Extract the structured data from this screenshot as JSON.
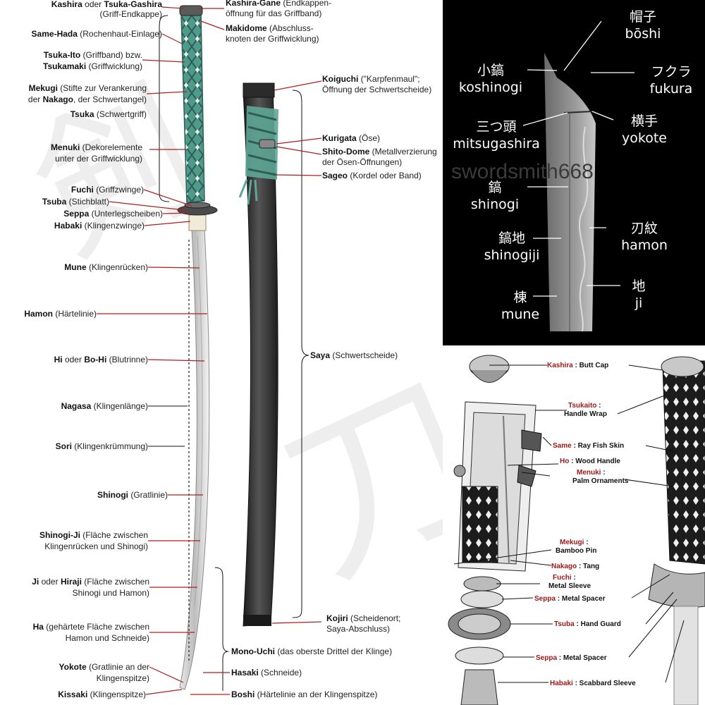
{
  "left_labels": [
    {
      "name": "kashira",
      "b1": "Kashira",
      "t1": " oder ",
      "b2": "Tsuka-Gashira",
      "t2": "",
      "line2": "(Griff-Endkappe)"
    },
    {
      "name": "same-hada",
      "b1": "Same-Hada",
      "t1": " (Rochenhaut-Einlage)",
      "b2": "",
      "t2": "",
      "line2": ""
    },
    {
      "name": "tsuka-ito",
      "b1": "Tsuka-Ito",
      "t1": " (Griffband) bzw.",
      "b2": "",
      "t2": "",
      "line2b": "Tsukamaki",
      "line2": " (Griffwicklung)"
    },
    {
      "name": "mekugi",
      "b1": "Mekugi",
      "t1": " (Stifte zur Verankerung",
      "b2": "",
      "t2": "",
      "line2pre": "der ",
      "line2b": "Nakago",
      "line2": ", der Schwertangel)"
    },
    {
      "name": "tsuka",
      "b1": "Tsuka",
      "t1": " (Schwertgriff)",
      "b2": "",
      "t2": "",
      "line2": ""
    },
    {
      "name": "menuki",
      "b1": "Menuki",
      "t1": " (Dekorelemente",
      "b2": "",
      "t2": "",
      "line2": "unter der Griffwicklung)"
    },
    {
      "name": "fuchi",
      "b1": "Fuchi",
      "t1": " (Griffzwinge)",
      "b2": "",
      "t2": "",
      "line2": ""
    },
    {
      "name": "tsuba",
      "b1": "Tsuba",
      "t1": " (Stichblatt)",
      "b2": "",
      "t2": "",
      "line2": ""
    },
    {
      "name": "seppa",
      "b1": "Seppa",
      "t1": " (Unterlegscheiben)",
      "b2": "",
      "t2": "",
      "line2": ""
    },
    {
      "name": "habaki",
      "b1": "Habaki",
      "t1": " (Klingenzwinge)",
      "b2": "",
      "t2": "",
      "line2": ""
    },
    {
      "name": "mune",
      "b1": "Mune",
      "t1": " (Klingenrücken)",
      "b2": "",
      "t2": "",
      "line2": ""
    },
    {
      "name": "hamon",
      "b1": "Hamon",
      "t1": " (Härtelinie)",
      "b2": "",
      "t2": "",
      "line2": ""
    },
    {
      "name": "hi",
      "b1": "Hi",
      "t1": " oder ",
      "b2": "Bo-Hi",
      "t2": " (Blutrinne)",
      "line2": ""
    },
    {
      "name": "nagasa",
      "b1": "Nagasa",
      "t1": " (Klingenlänge)",
      "b2": "",
      "t2": "",
      "line2": ""
    },
    {
      "name": "sori",
      "b1": "Sori",
      "t1": " (Klingenkrümmung)",
      "b2": "",
      "t2": "",
      "line2": ""
    },
    {
      "name": "shinogi",
      "b1": "Shinogi",
      "t1": " (Gratlinie)",
      "b2": "",
      "t2": "",
      "line2": ""
    },
    {
      "name": "shinogi-ji",
      "b1": "Shinogi-Ji",
      "t1": " (Fläche zwischen",
      "b2": "",
      "t2": "",
      "line2": "Klingenrücken und Shinogi)"
    },
    {
      "name": "ji",
      "b1": "Ji",
      "t1": " oder ",
      "b2": "Hiraji",
      "t2": " (Fläche zwischen",
      "line2": "Shinogi und Hamon)"
    },
    {
      "name": "ha",
      "b1": "Ha",
      "t1": " (gehärtete Fläche zwischen",
      "b2": "",
      "t2": "",
      "line2": "Hamon und Schneide)"
    },
    {
      "name": "yokote",
      "b1": "Yokote",
      "t1": " (Gratlinie an der",
      "b2": "",
      "t2": "",
      "line2": "Klingenspitze)"
    },
    {
      "name": "kissaki",
      "b1": "Kissaki",
      "t1": " (Klingenspitze)",
      "b2": "",
      "t2": "",
      "line2": ""
    }
  ],
  "right_labels": [
    {
      "name": "kashira-gane",
      "b1": "Kashira-Gane",
      "t1": " (Endkappen-",
      "line2": "öffnung für das Griffband)"
    },
    {
      "name": "makidome",
      "b1": "Makidome",
      "t1": " (Abschluss-",
      "line2": "knoten der Griffwicklung)"
    },
    {
      "name": "koiguchi",
      "b1": "Koiguchi",
      "t1": " (\"Karpfenmaul\";",
      "line2": "Öffnung der Schwertscheide)"
    },
    {
      "name": "kurigata",
      "b1": "Kurigata",
      "t1": " (Öse)",
      "line2": ""
    },
    {
      "name": "shito-dome",
      "b1": "Shito-Dome",
      "t1": " (Metallverzierung",
      "line2": "der Ösen-Öffnungen)"
    },
    {
      "name": "sageo",
      "b1": "Sageo",
      "t1": " (Kordel oder Band)",
      "line2": ""
    },
    {
      "name": "saya",
      "b1": "Saya",
      "t1": " (Schwertscheide)",
      "line2": ""
    },
    {
      "name": "kojiri",
      "b1": "Kojiri",
      "t1": " (Scheidenort;",
      "line2": "Saya-Abschluss)"
    },
    {
      "name": "mono-uchi",
      "b1": "Mono-Uchi",
      "t1": " (das oberste Drittel der Klinge)",
      "line2": ""
    },
    {
      "name": "hasaki",
      "b1": "Hasaki",
      "t1": " (Schneide)",
      "line2": ""
    },
    {
      "name": "boshi-de",
      "b1": "Boshi",
      "t1": " (Härtelinie an der Klingenspitze)",
      "line2": ""
    }
  ],
  "blade_terms": [
    {
      "name": "boshi",
      "ja": "帽子",
      "ro": "bōshi"
    },
    {
      "name": "koshinogi",
      "ja": "小鎬",
      "ro": "koshinogi"
    },
    {
      "name": "fukura",
      "ja": "フクラ",
      "ro": "fukura"
    },
    {
      "name": "mitsugashira",
      "ja": "三つ頭",
      "ro": "mitsugashira"
    },
    {
      "name": "yokote",
      "ja": "横手",
      "ro": "yokote"
    },
    {
      "name": "shinogi",
      "ja": "鎬",
      "ro": "shinogi"
    },
    {
      "name": "hamon",
      "ja": "刃紋",
      "ro": "hamon"
    },
    {
      "name": "shinogiji",
      "ja": "鎬地",
      "ro": "shinogiji"
    },
    {
      "name": "ji",
      "ja": "地",
      "ro": "ji"
    },
    {
      "name": "mune",
      "ja": "棟",
      "ro": "mune"
    }
  ],
  "blade_watermark": "swordsmith668",
  "hilt_labels": [
    {
      "name": "kashira",
      "term": "Kashira",
      "desc": " : Butt Cap",
      "red": true
    },
    {
      "name": "tsukaito",
      "term": "Tsukaito",
      "desc": "Handle Wrap",
      "red": true
    },
    {
      "name": "same",
      "term": "Same",
      "desc": " : Ray Fish Skin",
      "red": true
    },
    {
      "name": "ho",
      "term": "Ho",
      "desc": " : Wood Handle",
      "red": true
    },
    {
      "name": "menuki",
      "term": "Menuki",
      "desc": "Palm Ornaments",
      "red": true
    },
    {
      "name": "mekugi",
      "term": "Mekugi",
      "desc": "Bamboo Pin",
      "red": true
    },
    {
      "name": "nakago",
      "term": "Nakago",
      "desc": " : Tang",
      "red": true
    },
    {
      "name": "fuchi",
      "term": "Fuchi",
      "desc": "Metal Sleeve",
      "red": true
    },
    {
      "name": "seppa1",
      "term": "Seppa",
      "desc": " : Metal Spacer",
      "red": true
    },
    {
      "name": "tsuba",
      "term": "Tsuba",
      "desc": " : Hand Guard",
      "red": true
    },
    {
      "name": "seppa2",
      "term": "Seppa",
      "desc": " : Metal Spacer",
      "red": true
    },
    {
      "name": "habaki",
      "term": "Habaki",
      "desc": " : Scabbard Sleeve",
      "red": true
    }
  ],
  "colors": {
    "leader_red": "#b01e1e",
    "wrap_teal": "#4f9a8a",
    "saya_dark": "#2a2a2a",
    "blade_panel_bg": "#000000"
  }
}
